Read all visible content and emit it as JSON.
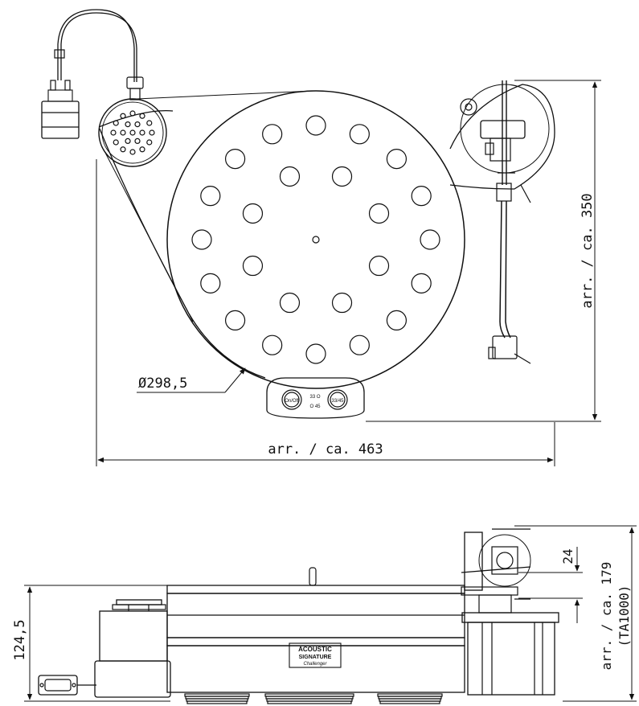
{
  "top_view": {
    "dim_diameter": "Ø298,5",
    "dim_width": "arr. / ca. 463",
    "dim_depth": "arr. / ca. 350",
    "control_panel": {
      "left_button": "On/Off",
      "right_button": "33/45",
      "speed_33": "33 O",
      "speed_45": "O 45"
    }
  },
  "side_view": {
    "dim_height_left": "124,5",
    "dim_height_right": "arr. / ca. 179",
    "dim_height_right_sub": "(TA1000)",
    "dim_arm": "24",
    "brand": {
      "line1": "ACOUSTIC",
      "line2": "SIGNATURE",
      "line3": "Challenger"
    }
  },
  "colors": {
    "line": "#111111",
    "background": "#ffffff"
  }
}
